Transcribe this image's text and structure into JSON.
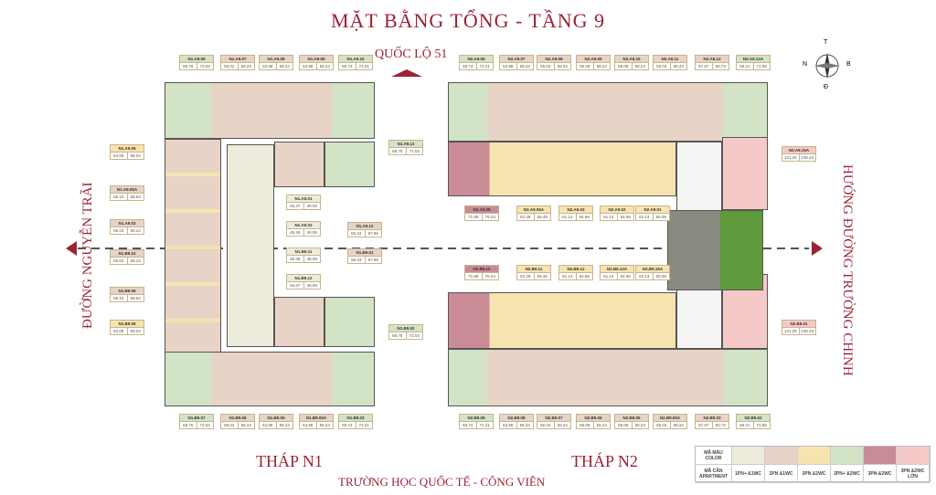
{
  "title": "MẶT BẰNG TỔNG - TẦNG 9",
  "roads": {
    "north": "QUỐC LỘ 51",
    "west": "ĐƯỜNG NGUYỄN TRÃI",
    "east": "HƯỚNG ĐƯỜNG TRƯỜNG CHINH",
    "south": "TRƯỜNG HỌC QUỐC TẾ - CÔNG VIÊN"
  },
  "towers": {
    "n1": "THÁP N1",
    "n2": "THÁP N2"
  },
  "compass": {
    "n": "T",
    "w": "N",
    "e": "B",
    "s": "Đ"
  },
  "colors": {
    "accent": "#9b2335",
    "1pn": "#ecebdc",
    "2pn": "#e8d3c7",
    "2pn_b": "#f7e3b0",
    "2pn_plus": "#d3e3c6",
    "3pn": "#c98b96",
    "3pn_large": "#f6c9c9"
  },
  "legend": {
    "color_label": "MÃ MÀU COLOR",
    "apt_label": "MÃ CĂN APARTMENT",
    "types": [
      {
        "code": "1PN+ &1WC",
        "color": "#ecebdc"
      },
      {
        "code": "2PN &1WC",
        "color": "#e8d3c7"
      },
      {
        "code": "2PN &2WC",
        "color": "#f7e3b0"
      },
      {
        "code": "2PN+ &2WC",
        "color": "#d3e3c6"
      },
      {
        "code": "3PN &2WC",
        "color": "#c98b96"
      },
      {
        "code": "3PN &2WC LỚN",
        "color": "#f6c9c9"
      }
    ]
  },
  "units": [
    {
      "id": "N1.A9.06",
      "a": "68.76",
      "b": "73.04",
      "t": 3
    },
    {
      "id": "N1.A9.07",
      "a": "55.02",
      "b": "58.24",
      "t": 1
    },
    {
      "id": "N1.A9.08",
      "a": "54.08",
      "b": "58.24",
      "t": 1
    },
    {
      "id": "N1.A9.09",
      "a": "54.98",
      "b": "58.24",
      "t": 1
    },
    {
      "id": "N1.A9.10",
      "a": "68.74",
      "b": "72.21",
      "t": 3
    },
    {
      "id": "N1.A9.05",
      "a": "64.06",
      "b": "68.04",
      "t": 2
    },
    {
      "id": "N1.A9.05A",
      "a": "55.10",
      "b": "58.63",
      "t": 1
    },
    {
      "id": "N1.A9.03",
      "a": "55.04",
      "b": "58.24",
      "t": 1
    },
    {
      "id": "N1.B9.10",
      "a": "55.04",
      "b": "58.24",
      "t": 1
    },
    {
      "id": "N1.B9.09",
      "a": "55.10",
      "b": "58.63",
      "t": 1
    },
    {
      "id": "N1.B9.08",
      "a": "64.06",
      "b": "68.04",
      "t": 2
    },
    {
      "id": "N1.A9.11",
      "a": "68.75",
      "b": "72.03",
      "t": 3
    },
    {
      "id": "N1.B9.02",
      "a": "68.75",
      "b": "72.03",
      "t": 3
    },
    {
      "id": "N1.A9.01",
      "a": "46.47",
      "b": "48.09",
      "t": 0
    },
    {
      "id": "N1.A9.02",
      "a": "46.36",
      "b": "48.09",
      "t": 0
    },
    {
      "id": "N1.B9.11",
      "a": "46.36",
      "b": "48.09",
      "t": 0
    },
    {
      "id": "N1.B9.12",
      "a": "46.47",
      "b": "48.09",
      "t": 0
    },
    {
      "id": "N1.A9.12",
      "a": "55.23",
      "b": "57.96",
      "t": 1
    },
    {
      "id": "N1.B9.01",
      "a": "55.23",
      "b": "57.96",
      "t": 1
    },
    {
      "id": "N1.B9.07",
      "a": "69.76",
      "b": "73.04",
      "t": 3
    },
    {
      "id": "N1.B9.06",
      "a": "55.02",
      "b": "58.24",
      "t": 1
    },
    {
      "id": "N1.B9.05",
      "a": "54.98",
      "b": "58.24",
      "t": 1
    },
    {
      "id": "N1.B9.05A",
      "a": "54.98",
      "b": "58.24",
      "t": 1
    },
    {
      "id": "N1.B9.03",
      "a": "68.74",
      "b": "72.21",
      "t": 3
    },
    {
      "id": "N2.A9.06",
      "a": "68.74",
      "b": "72.21",
      "t": 3
    },
    {
      "id": "N2.A9.07",
      "a": "54.98",
      "b": "58.24",
      "t": 1
    },
    {
      "id": "N2.A9.08",
      "a": "55.04",
      "b": "58.24",
      "t": 1
    },
    {
      "id": "N2.A9.09",
      "a": "55.08",
      "b": "58.24",
      "t": 1
    },
    {
      "id": "N2.A9.10",
      "a": "55.08",
      "b": "58.24",
      "t": 1
    },
    {
      "id": "N2.A9.11",
      "a": "55.04",
      "b": "58.24",
      "t": 1
    },
    {
      "id": "N2.A9.12",
      "a": "57.67",
      "b": "60.73",
      "t": 1
    },
    {
      "id": "N2.A9.12A",
      "a": "68.21",
      "b": "71.56",
      "t": 3
    },
    {
      "id": "N2.A9.05",
      "a": "71.88",
      "b": "75.24",
      "t": 4
    },
    {
      "id": "N2.A9.05A",
      "a": "62.28",
      "b": "65.45",
      "t": 2
    },
    {
      "id": "N2.A9.03",
      "a": "61.14",
      "b": "64.56",
      "t": 2
    },
    {
      "id": "N2.A9.02",
      "a": "61.14",
      "b": "64.56",
      "t": 2
    },
    {
      "id": "N2.A9.01",
      "a": "62.13",
      "b": "65.09",
      "t": 2
    },
    {
      "id": "N2.B9.10",
      "a": "71.88",
      "b": "75.24",
      "t": 4
    },
    {
      "id": "N2.B9.11",
      "a": "62.28",
      "b": "65.45",
      "t": 2
    },
    {
      "id": "N2.B9.12",
      "a": "61.14",
      "b": "64.56",
      "t": 2
    },
    {
      "id": "N2.B9.12A",
      "a": "61.14",
      "b": "64.56",
      "t": 2
    },
    {
      "id": "N2.B9.15A",
      "a": "62.13",
      "b": "65.09",
      "t": 2
    },
    {
      "id": "N2.A9.15A",
      "a": "131.25",
      "b": "136.43",
      "t": 5
    },
    {
      "id": "N2.B9.01",
      "a": "131.25",
      "b": "136.43",
      "t": 5
    },
    {
      "id": "N2.B9.09",
      "a": "68.74",
      "b": "72.21",
      "t": 3
    },
    {
      "id": "N2.B9.08",
      "a": "54.98",
      "b": "58.24",
      "t": 1
    },
    {
      "id": "N2.B9.07",
      "a": "55.04",
      "b": "58.24",
      "t": 1
    },
    {
      "id": "N2.B9.06",
      "a": "55.08",
      "b": "58.24",
      "t": 1
    },
    {
      "id": "N2.B9.05",
      "a": "55.08",
      "b": "58.24",
      "t": 1
    },
    {
      "id": "N2.B9.05A",
      "a": "55.04",
      "b": "58.24",
      "t": 1
    },
    {
      "id": "N2.B9.03",
      "a": "57.67",
      "b": "60.73",
      "t": 1
    },
    {
      "id": "N2.B9.02",
      "a": "68.21",
      "b": "71.56",
      "t": 3
    }
  ]
}
